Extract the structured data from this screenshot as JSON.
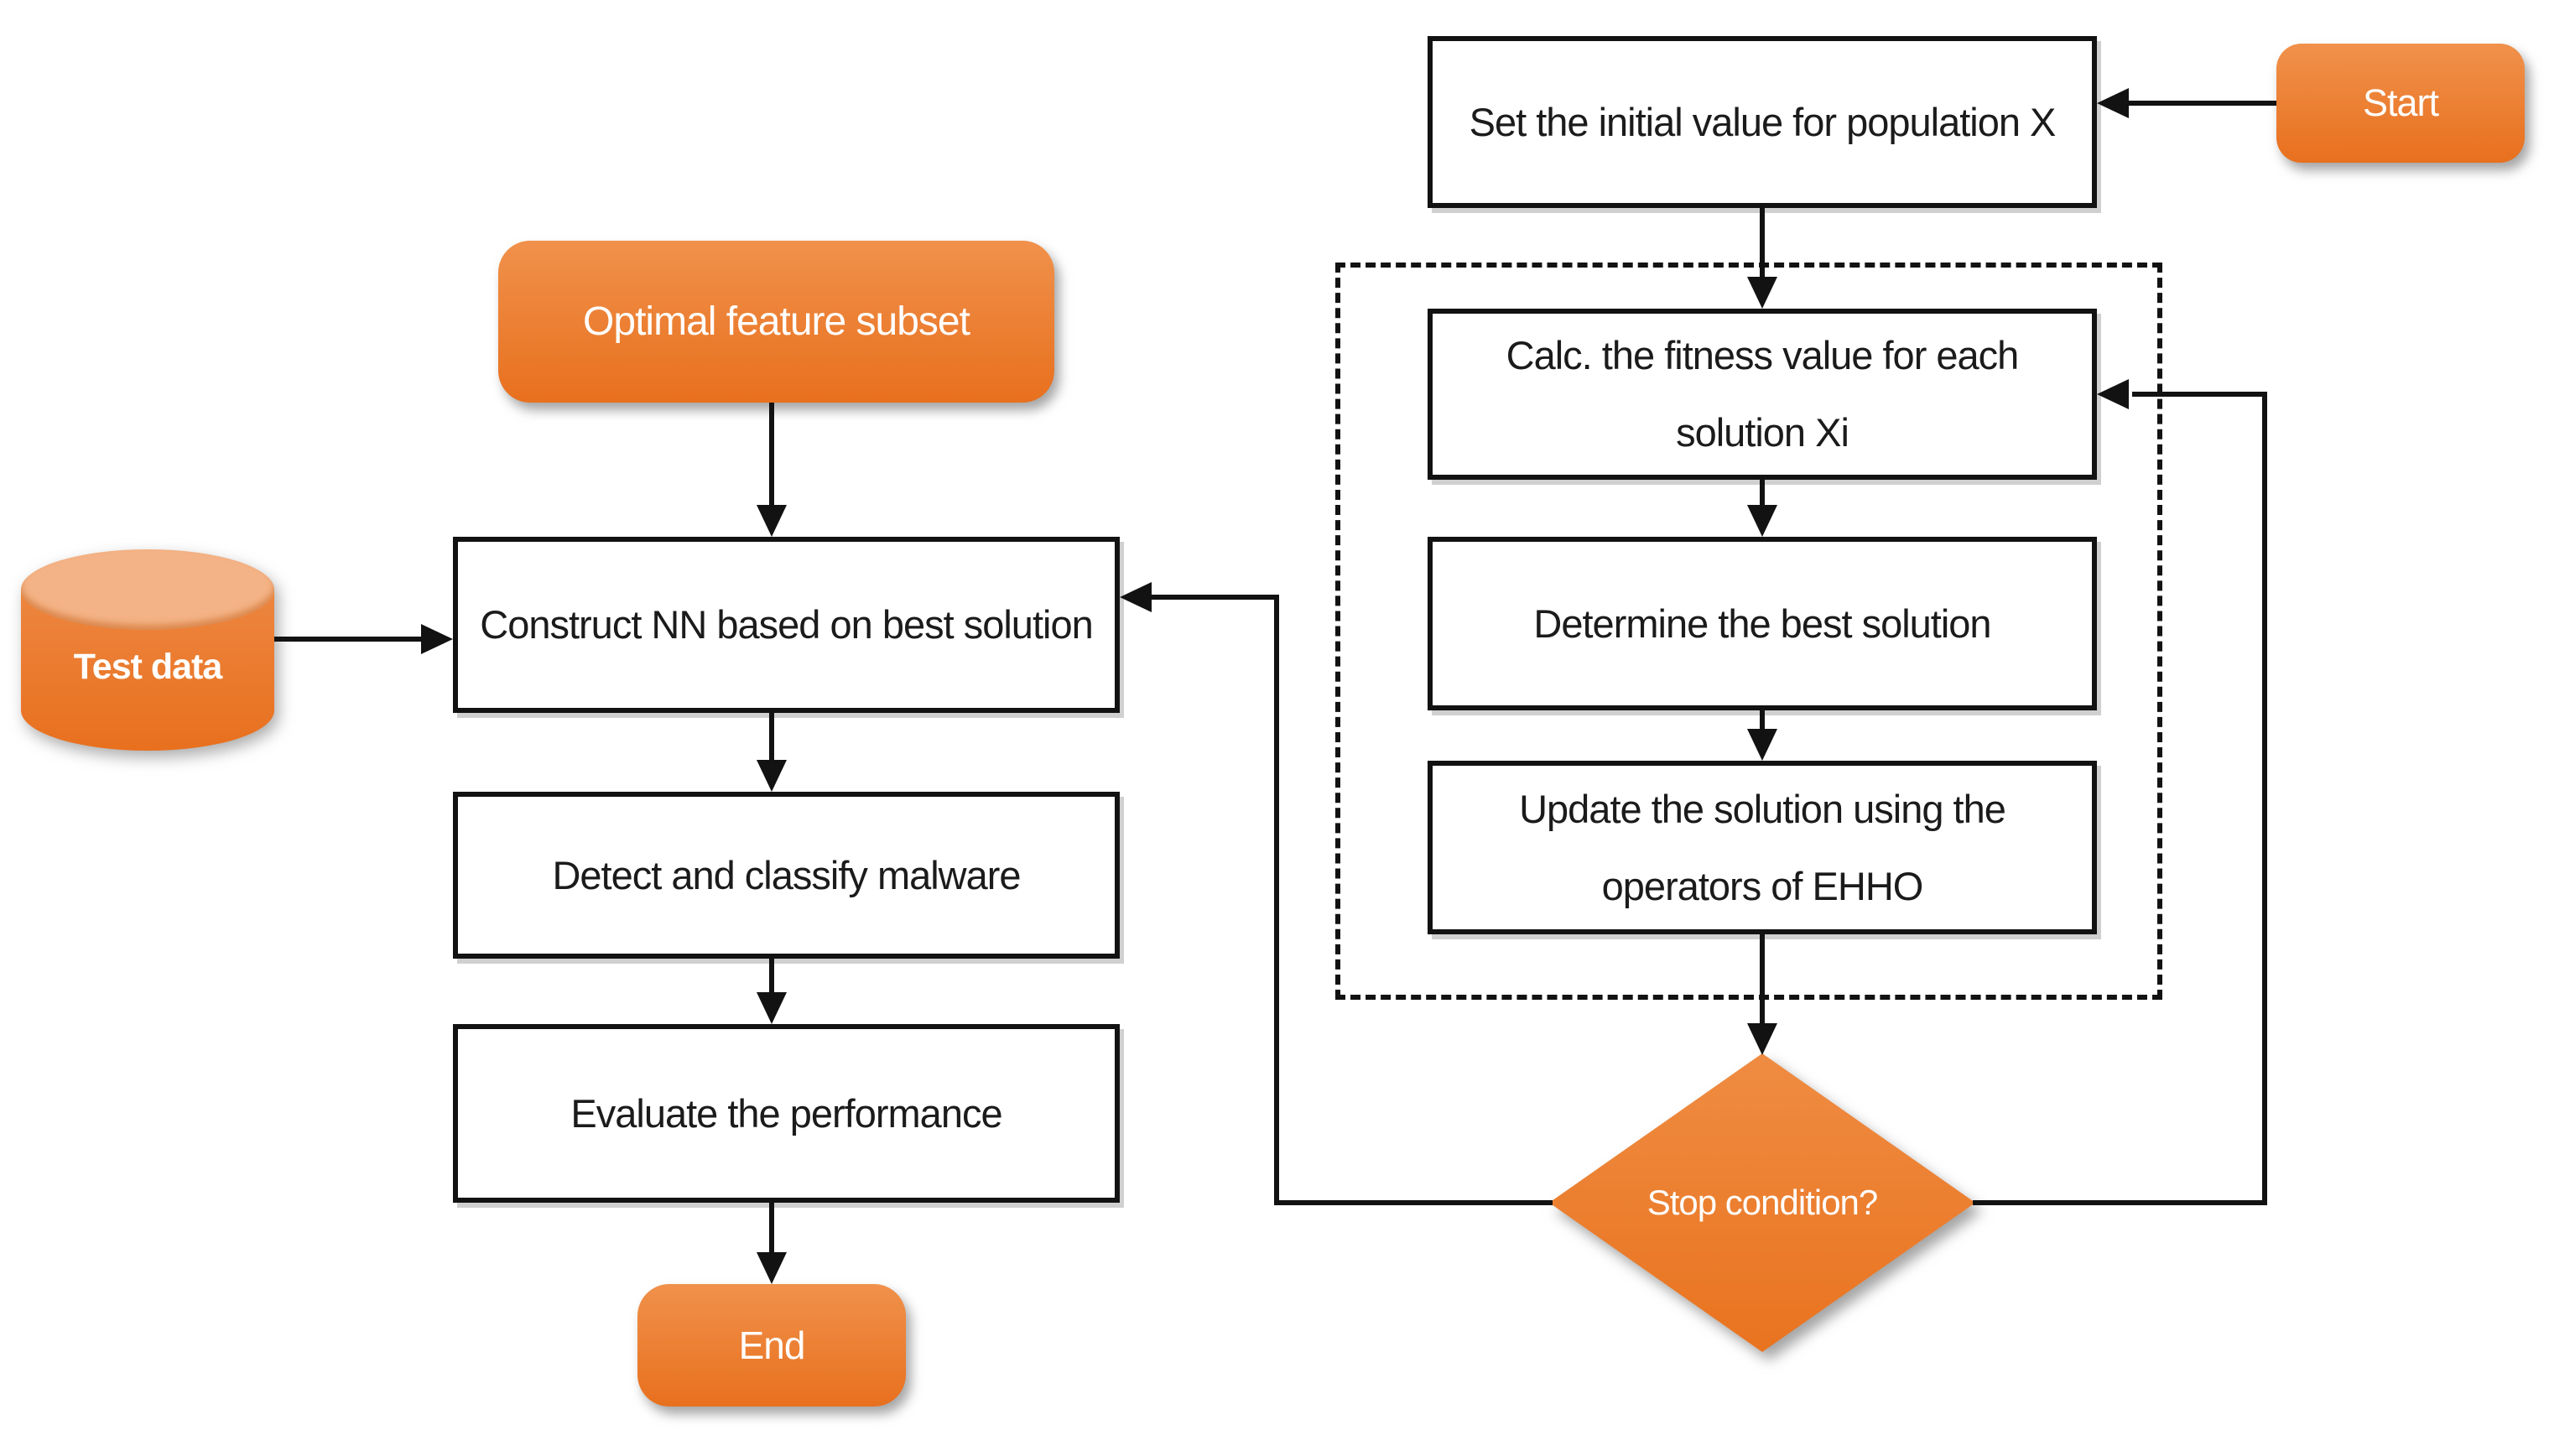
{
  "nodes": {
    "start": {
      "label": "Start"
    },
    "set_initial": {
      "label": "Set the initial value for population X"
    },
    "calc_fitness": {
      "label": "Calc. the fitness value for each solution Xi"
    },
    "determine_best": {
      "label": "Determine the best solution"
    },
    "update_solution": {
      "label": "Update the solution using the operators of EHHO"
    },
    "stop_condition": {
      "label": "Stop condition?"
    },
    "optimal_subset": {
      "label": "Optimal feature subset"
    },
    "test_data": {
      "label": "Test data"
    },
    "construct_nn": {
      "label": "Construct NN based on best solution"
    },
    "detect_classify": {
      "label": "Detect and classify malware"
    },
    "evaluate": {
      "label": "Evaluate the performance"
    },
    "end": {
      "label": "End"
    }
  },
  "colors": {
    "orange_top": "#F0914B",
    "orange_bottom": "#E8701E",
    "cylinder_lid": "#F4B386",
    "line": "#121212",
    "text_dark": "#1B1B1B"
  }
}
